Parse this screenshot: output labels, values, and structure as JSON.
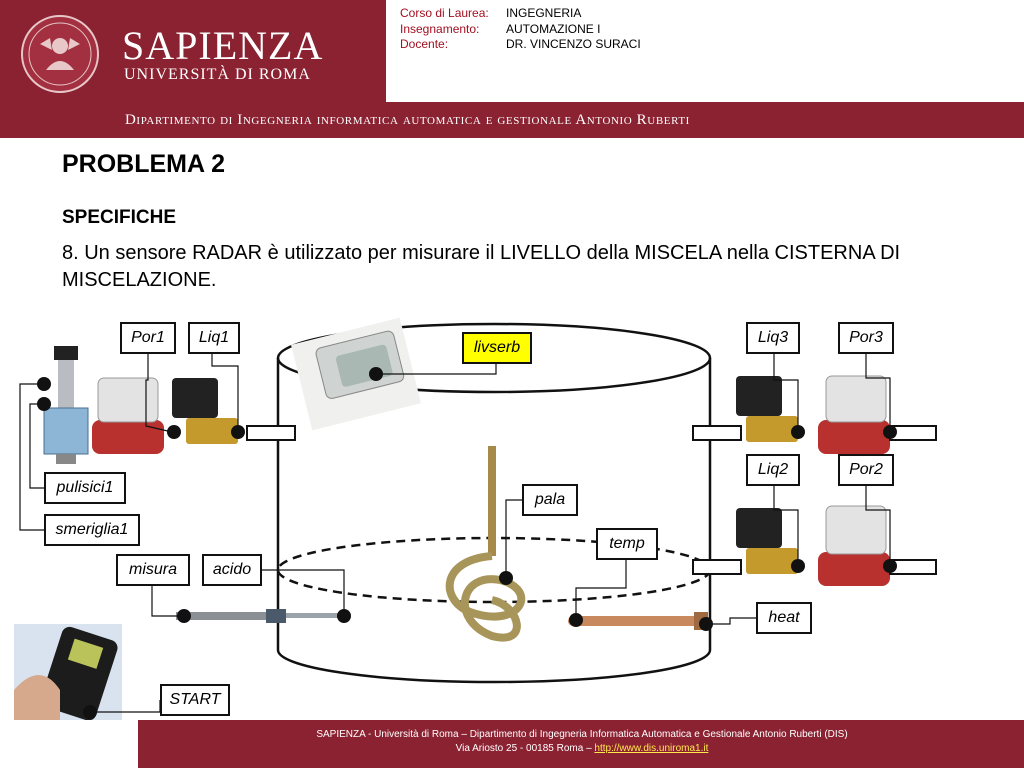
{
  "header": {
    "university_name": "SAPIENZA",
    "university_sub": "UNIVERSITÀ DI ROMA",
    "department": "Dipartimento di Ingegneria informatica automatica e gestionale Antonio Ruberti",
    "course_info": [
      {
        "label": "Corso di Laurea:",
        "value": "INGEGNERIA"
      },
      {
        "label": "Insegnamento:",
        "value": "AUTOMAZIONE I"
      },
      {
        "label": "Docente:",
        "value": "DR. VINCENZO SURACI"
      }
    ]
  },
  "content": {
    "title": "PROBLEMA 2",
    "subtitle": "SPECIFICHE",
    "body": "8. Un sensore RADAR è utilizzato per misurare il LIVELLO della MISCELA nella CISTERNA DI MISCELAZIONE."
  },
  "diagram": {
    "labels": {
      "por1": "Por1",
      "liq1": "Liq1",
      "livserb": "livserb",
      "liq3": "Liq3",
      "por3": "Por3",
      "pulisici1": "pulisici1",
      "smeriglia1": "smeriglia1",
      "pala": "pala",
      "liq2": "Liq2",
      "por2": "Por2",
      "temp": "temp",
      "misura": "misura",
      "acido": "acido",
      "heat": "heat",
      "start": "START"
    },
    "colors": {
      "highlight_label": "#ffff00"
    }
  },
  "footer": {
    "line1": "SAPIENZA - Università di Roma – Dipartimento di Ingegneria Informatica Automatica e Gestionale Antonio Ruberti (DIS)",
    "line2_prefix": "Via Ariosto 25 - 00185 Roma –",
    "link": "http://www.dis.uniroma1.it"
  },
  "colors": {
    "brand": "#8b2232",
    "label_red": "#a01020",
    "footer_link": "#ffe94d"
  }
}
